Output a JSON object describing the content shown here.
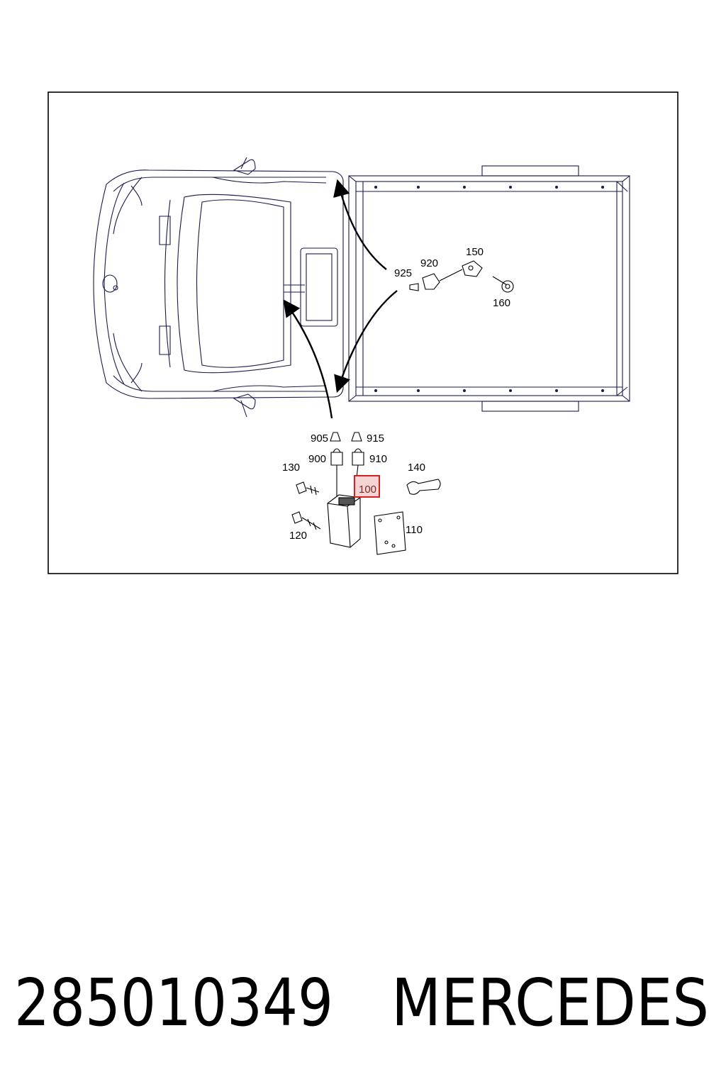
{
  "diagram": {
    "callouts": {
      "c150": "150",
      "c920": "920",
      "c925": "925",
      "c160": "160",
      "c905": "905",
      "c915": "915",
      "c900": "900",
      "c910": "910",
      "c130": "130",
      "c140": "140",
      "c100": "100",
      "c110": "110",
      "c120": "120"
    },
    "highlight_color": "#d42020",
    "line_color": "#1a1a4a"
  },
  "caption": {
    "part_number": "285010349",
    "brand": "MERCEDES"
  }
}
